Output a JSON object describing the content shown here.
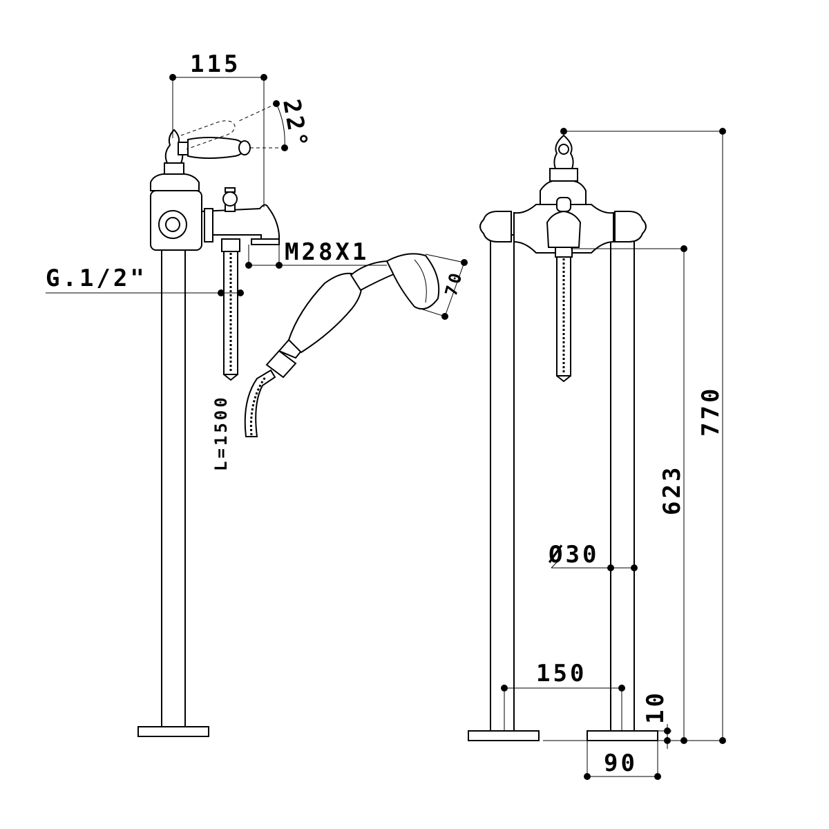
{
  "dimensions": {
    "width_115": "115",
    "angle_22": "22°",
    "thread_m28x1": "M28X1",
    "inlet_g12": "G.1/2\"",
    "shower_70": "70",
    "hose_length": "L=1500",
    "height_770": "770",
    "height_623": "623",
    "diameter_30": "Ø30",
    "spacing_150": "150",
    "base_10": "10",
    "base_90": "90"
  }
}
